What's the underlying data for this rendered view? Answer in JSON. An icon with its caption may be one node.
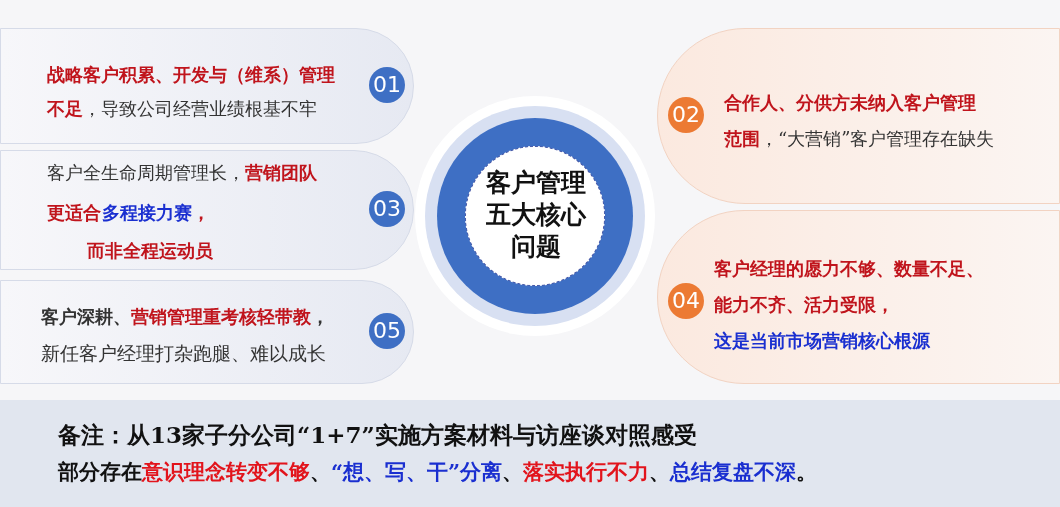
{
  "diagram": {
    "nodes": [
      {
        "text": [
          "客户管理五大核心问题"
        ]
      },
      {
        "text": [
          "01",
          "**战略客户积累、开发与（维系）管理**",
          "**不足**，导致公司经营业绩根基不牢"
        ]
      },
      {
        "text": [
          "02",
          "合作人、分供方未纳入客户管理",
          "**范围**，“大营销”客户管理存在缺失"
        ]
      },
      {
        "text": [
          "03",
          "客户全生命周期管理长，**营销团队**",
          "更适合",
          "*多程接力赛*，",
          "而非全程运动员"
        ]
      },
      {
        "text": [
          "04",
          "客户经理的愿力不够、数量不足、",
          "能力不齐、活力受限，",
          "这是当前市场营销核心根源"
        ]
      },
      {
        "text": [
          "05",
          "客户深耕、**营销管理重考核轻带教**，",
          "新任客户经理打杂跑腿、难以成长"
        ]
      }
    ],
    "labels": [
      "备注：从13家子分公司“1+7”实施方案材料与访座谈对照感受",
      "部分存在**意识理念转变不够**、*“想、写、干”分离*、**落实执行不力**、*总结复盘不深*。"
    ]
  }
}
